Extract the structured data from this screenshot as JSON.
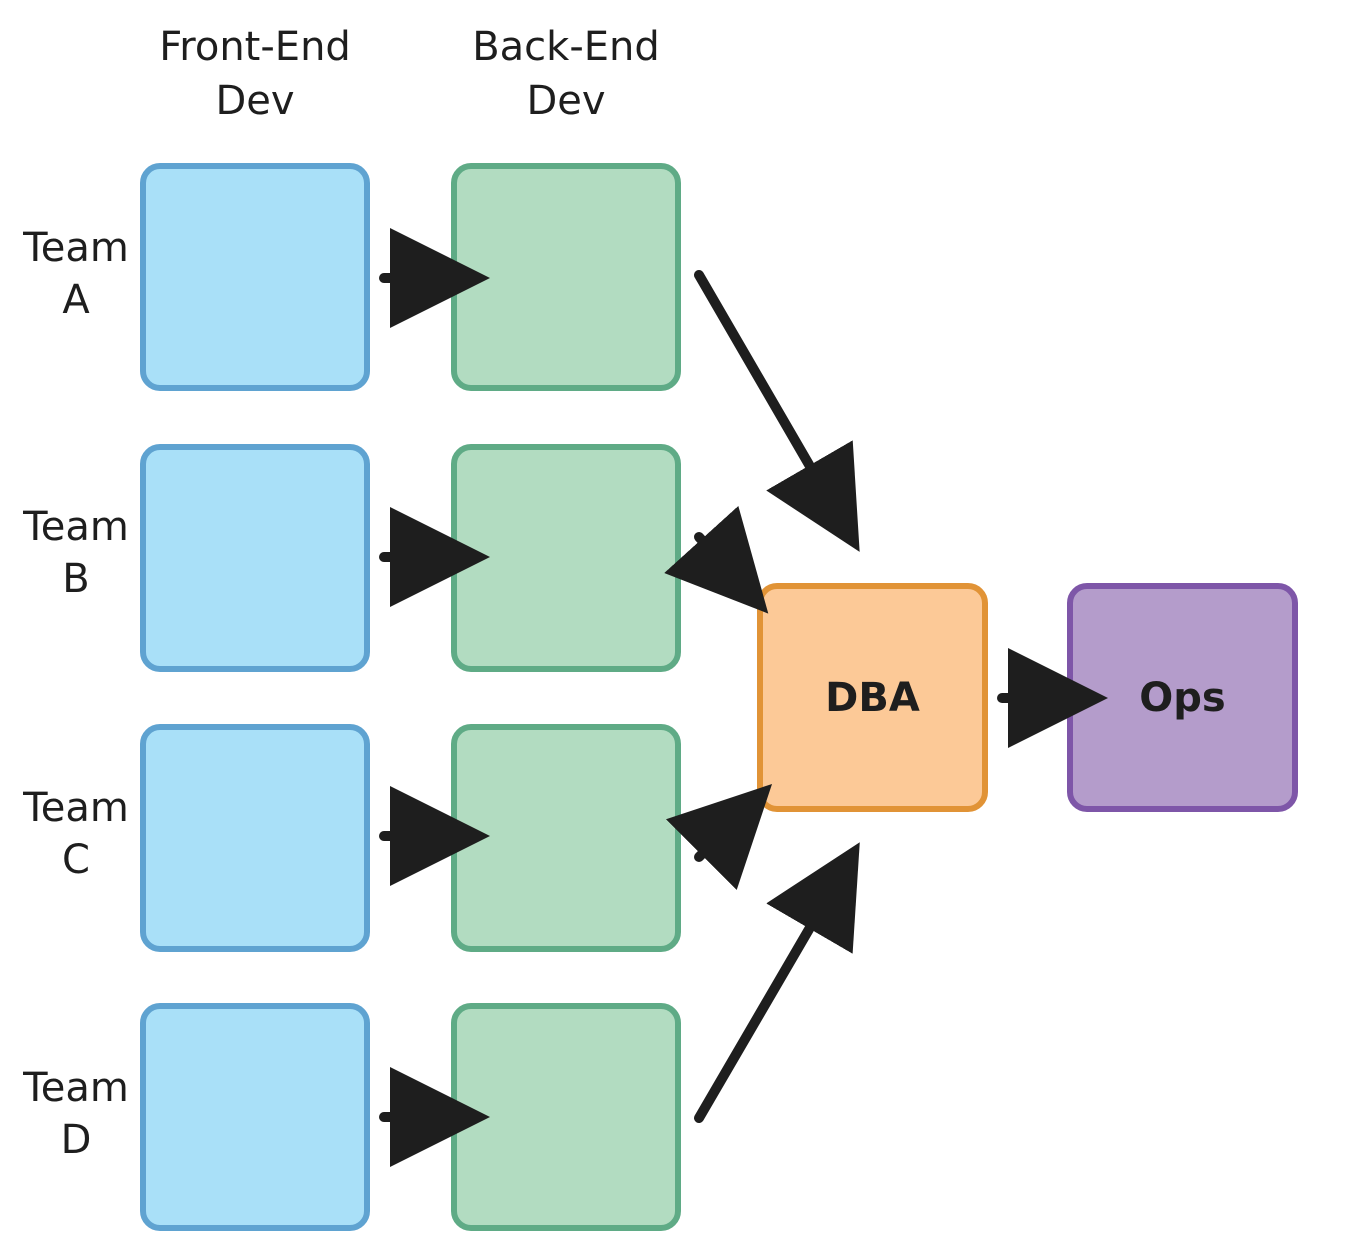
{
  "columns": {
    "front_end": [
      "Front-End",
      "Dev"
    ],
    "back_end": [
      "Back-End",
      "Dev"
    ]
  },
  "teams": [
    {
      "line1": "Team",
      "line2": "A"
    },
    {
      "line1": "Team",
      "line2": "B"
    },
    {
      "line1": "Team",
      "line2": "C"
    },
    {
      "line1": "Team",
      "line2": "D"
    }
  ],
  "stages": {
    "dba": "DBA",
    "ops": "Ops"
  },
  "colors": {
    "front_fill": "#a9e0f8",
    "front_border": "#5fa3d1",
    "back_fill": "#b2dcc1",
    "back_border": "#5fab86",
    "dba_fill": "#fcc997",
    "dba_border": "#e19336",
    "ops_fill": "#b49ccb",
    "ops_border": "#7e56a8",
    "arrow": "#1e1e1e"
  }
}
